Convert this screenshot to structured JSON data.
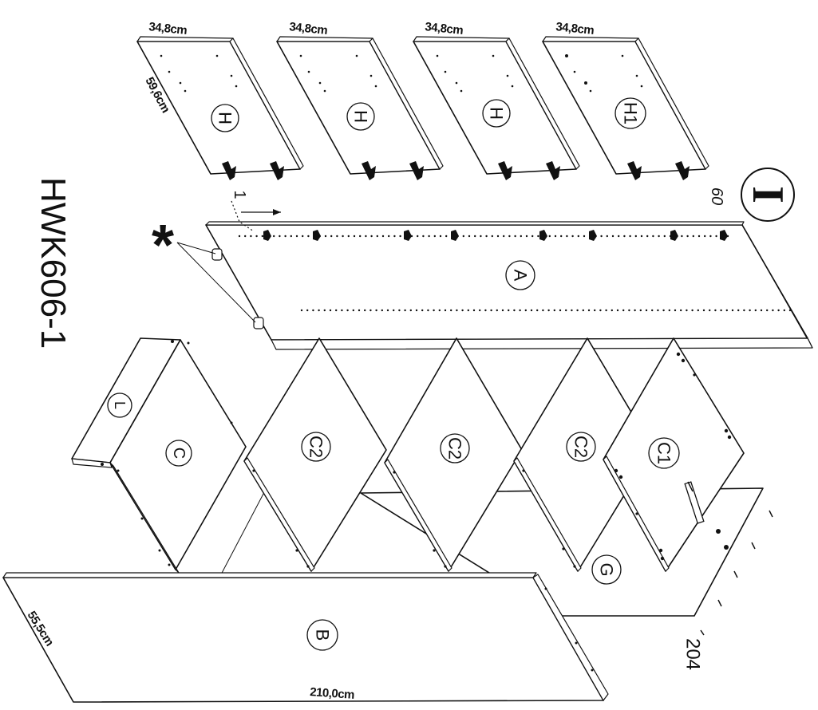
{
  "model_code": "HWK606-1",
  "step_number": "I",
  "asterisk": "*",
  "annotations": {
    "arrow_number": "1",
    "edge_number": "60",
    "bottom_number": "204"
  },
  "shelves": [
    {
      "label": "H",
      "width": "34,8cm",
      "depth": "59,6cm"
    },
    {
      "label": "H",
      "width": "34,8cm"
    },
    {
      "label": "H",
      "width": "34,8cm"
    },
    {
      "label": "H1",
      "width": "34,8cm"
    }
  ],
  "panels": {
    "A": "A",
    "B": "B",
    "B_length": "210,0cm",
    "B_width": "55,5cm",
    "C": "C",
    "C1": "C1",
    "C2": "C2",
    "G": "G",
    "L": "L"
  }
}
